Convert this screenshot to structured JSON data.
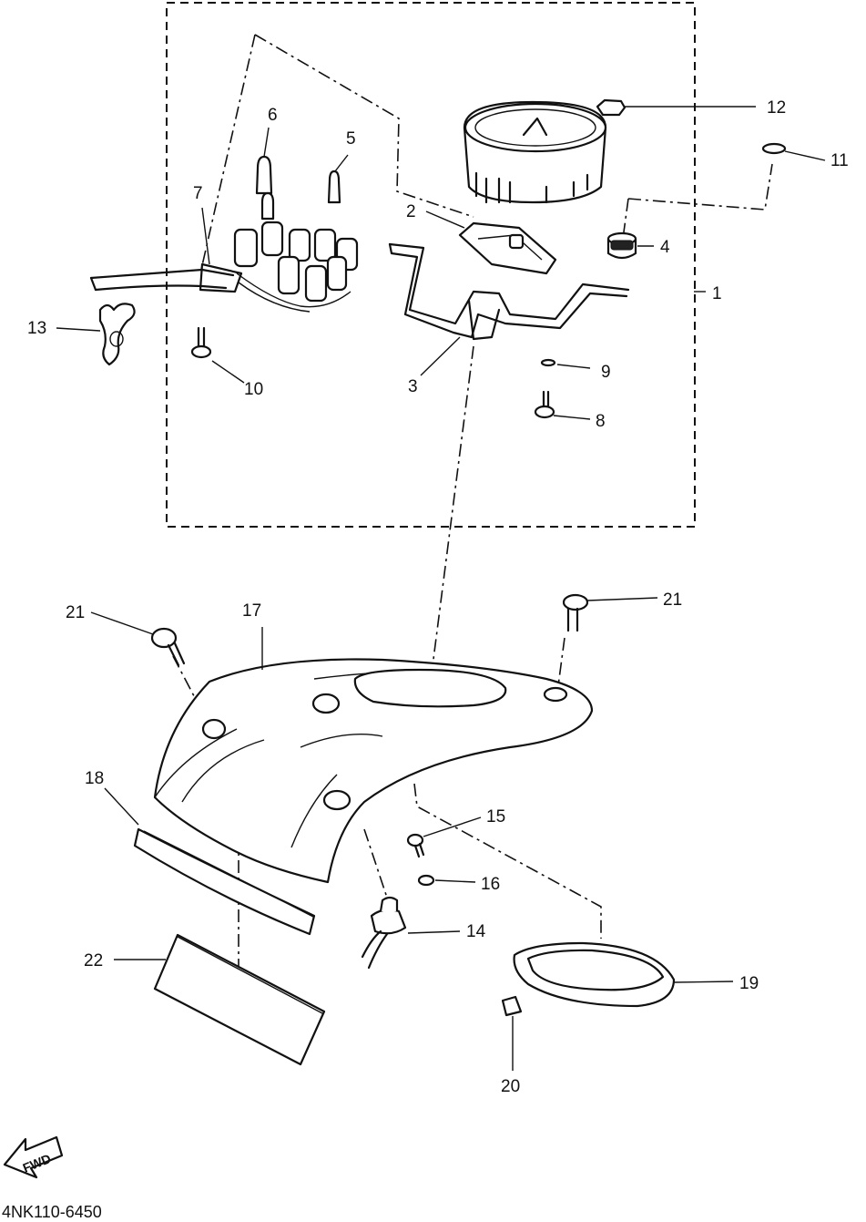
{
  "diagram": {
    "footer_code": "4NK110-6450",
    "fwd_label": "FWD",
    "callouts": {
      "c1": "1",
      "c2": "2",
      "c3": "3",
      "c4": "4",
      "c5": "5",
      "c6": "6",
      "c7": "7",
      "c8": "8",
      "c9": "9",
      "c10": "10",
      "c11": "11",
      "c12": "12",
      "c13": "13",
      "c14": "14",
      "c15": "15",
      "c16": "16",
      "c17": "17",
      "c18": "18",
      "c19": "19",
      "c20": "20",
      "c21a": "21",
      "c21b": "21",
      "c22": "22"
    }
  }
}
